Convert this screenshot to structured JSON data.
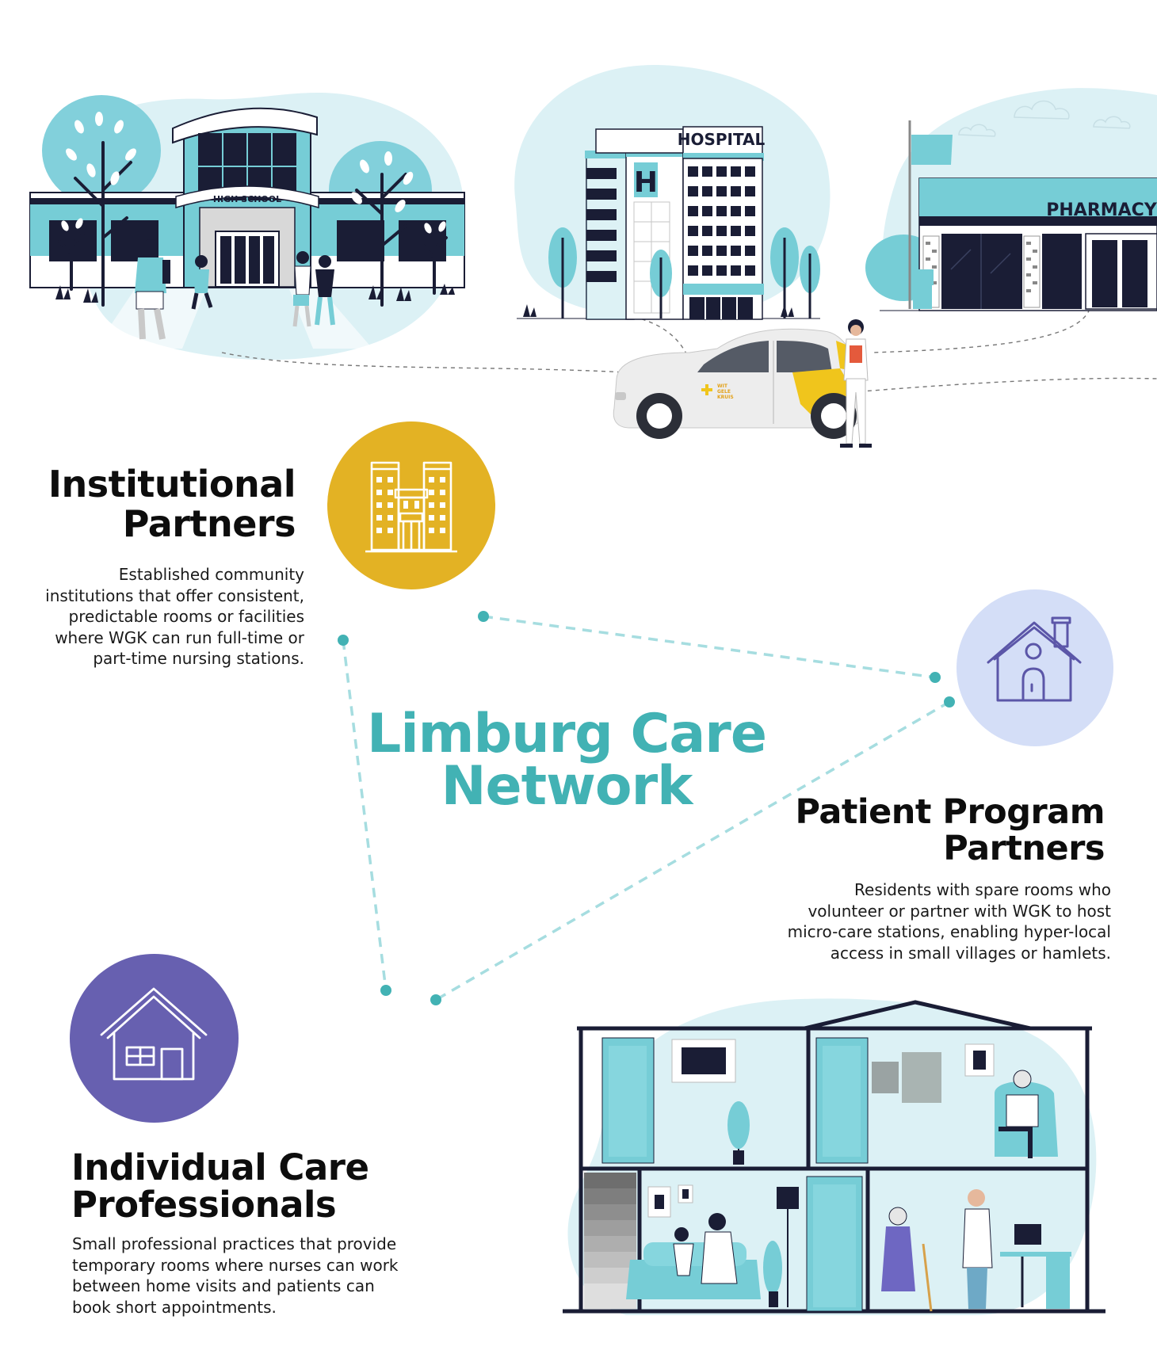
{
  "theme": {
    "teal": "#42b2b4",
    "light_teal": "#dcf1f5",
    "mid_teal": "#76cdd6",
    "navy": "#1a1d35",
    "gold": "#e3b224",
    "lavender": "#d4def7",
    "purple": "#6760b0",
    "icon_purple": "#5b56a8"
  },
  "title": {
    "line1": "Limburg Care",
    "line2": "Network"
  },
  "institutional": {
    "heading_line1": "Institutional",
    "heading_line2": "Partners",
    "description": [
      "Established community",
      "institutions that offer consistent,",
      "predictable rooms or facilities",
      "where WGK can run full-time or",
      "part-time nursing stations."
    ],
    "icon": "building-icon"
  },
  "patient": {
    "heading_line1": "Patient Program",
    "heading_line2": "Partners",
    "description": [
      "Residents with spare rooms who",
      "volunteer or partner with WGK to host",
      "micro-care stations, enabling hyper-local",
      "access in small villages or hamlets."
    ],
    "icon": "house-chimney-icon"
  },
  "individual": {
    "heading_line1": "Individual Care",
    "heading_line2": "Professionals",
    "description": [
      "Small professional practices that provide",
      "temporary rooms where nurses can work",
      "between home visits and patients can",
      "book short appointments."
    ],
    "icon": "house-icon"
  },
  "illustrations": {
    "school_sign": "HIGH SCHOOL",
    "hospital_sign": "HOSPITAL",
    "hospital_letter": "H",
    "pharmacy_sign": "PHARMACY",
    "car_logo": [
      "WIT",
      "GELE",
      "KRUIS"
    ]
  }
}
